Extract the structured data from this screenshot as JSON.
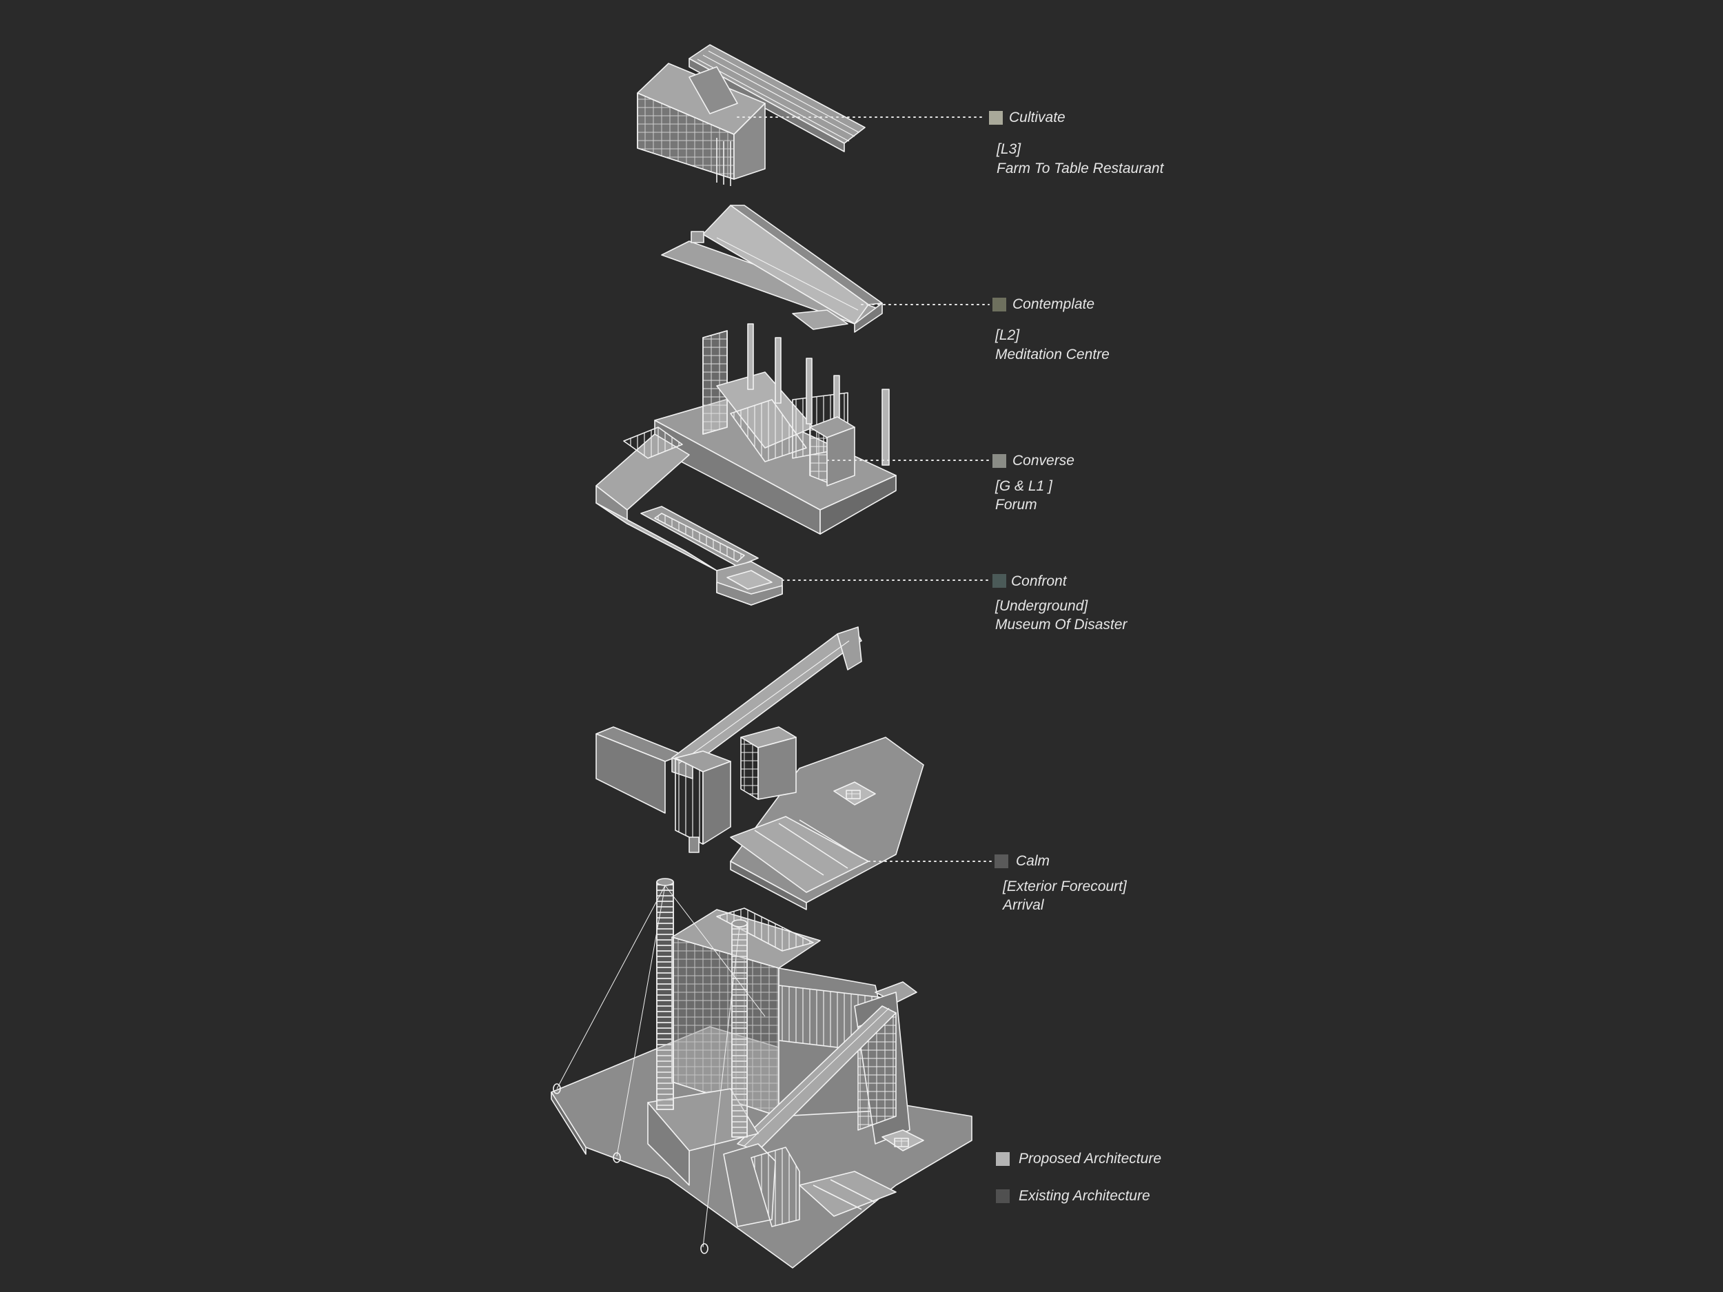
{
  "layers": [
    {
      "name": "Cultivate",
      "level": "[L3]",
      "use": "Farm To Table Restaurant",
      "color": "#a9a99a"
    },
    {
      "name": "Contemplate",
      "level": "[L2]",
      "use": "Meditation Centre",
      "color": "#6e705e"
    },
    {
      "name": "Converse",
      "level": "[G & L1 ]",
      "use": "Forum",
      "color": "#8a8c86"
    },
    {
      "name": "Confront",
      "level": "[Underground]",
      "use": "Museum Of Disaster",
      "color": "#4b5a58"
    },
    {
      "name": "Calm",
      "level": "[Exterior Forecourt]",
      "use": "Arrival",
      "color": "#5a5a5a"
    }
  ],
  "legend": [
    {
      "label": "Proposed Architecture",
      "color": "#b4b4b4"
    },
    {
      "label": "Existing Architecture",
      "color": "#505050"
    }
  ],
  "colors": {
    "background": "#2a2a2a",
    "line": "#f2f2f2",
    "fill_light": "#a8a8a8",
    "fill_mid": "#8e8e8e",
    "fill_dark": "#6a6a6a"
  }
}
